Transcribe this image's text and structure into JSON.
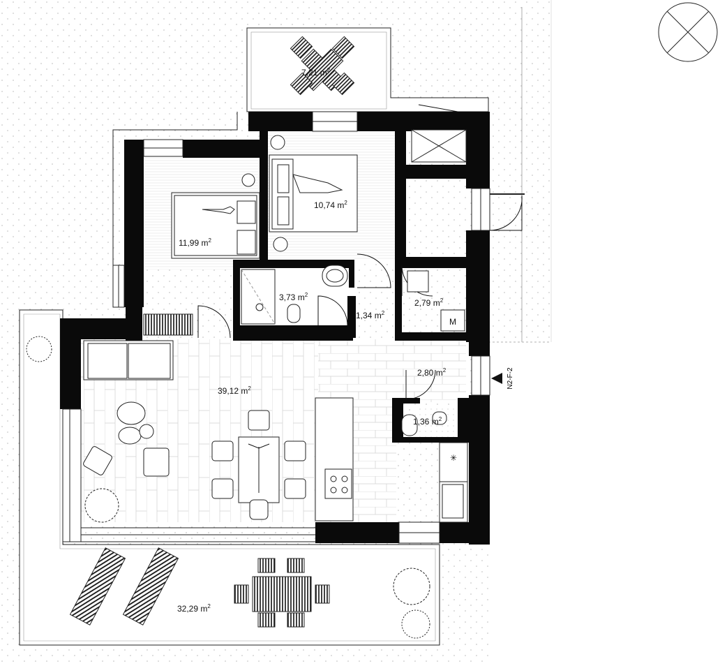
{
  "plan": {
    "rooms": [
      {
        "id": "balcony",
        "area": "7,21 m",
        "sup": "2"
      },
      {
        "id": "bedroom-1",
        "area": "11,99 m",
        "sup": "2"
      },
      {
        "id": "bedroom-2",
        "area": "10,74 m",
        "sup": "2"
      },
      {
        "id": "bathroom",
        "area": "3,73 m",
        "sup": "2"
      },
      {
        "id": "hall",
        "area": "1,34 m",
        "sup": "2"
      },
      {
        "id": "storage",
        "area": "2,79 m",
        "sup": "2"
      },
      {
        "id": "entrance",
        "area": "2,80 m",
        "sup": "2"
      },
      {
        "id": "wc",
        "area": "1,36 m",
        "sup": "2"
      },
      {
        "id": "living",
        "area": "39,12 m",
        "sup": "2"
      },
      {
        "id": "terrace",
        "area": "32,29 m",
        "sup": "2"
      }
    ],
    "section_marker": "N2-F-2",
    "washer_label": "M",
    "colors": {
      "wall": "#0a0a0a",
      "floor_hatch": "#c8c8c8",
      "dots": "#b8b8b8"
    }
  }
}
